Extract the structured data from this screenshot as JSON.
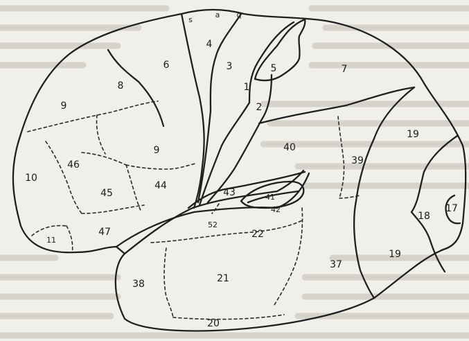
{
  "figure": {
    "labels": {
      "a1": "s",
      "a2": "a",
      "a3": "q",
      "a4": "4",
      "a6": "6",
      "a3b": "3",
      "a1b": "1",
      "a2b": "2",
      "a5": "5",
      "a7": "7",
      "a8": "8",
      "a9": "9",
      "a9b": "9",
      "a46": "46",
      "a10": "10",
      "a45": "45",
      "a44": "44",
      "a40": "40",
      "a39": "39",
      "a19": "19",
      "a19b": "19",
      "a18": "18",
      "a17": "17",
      "a43": "43",
      "a41": "41",
      "a42": "42",
      "a52": "52",
      "a22": "22",
      "a47": "47",
      "a11": "11",
      "a37": "37",
      "a38": "38",
      "a21": "21",
      "a20": "20"
    }
  }
}
